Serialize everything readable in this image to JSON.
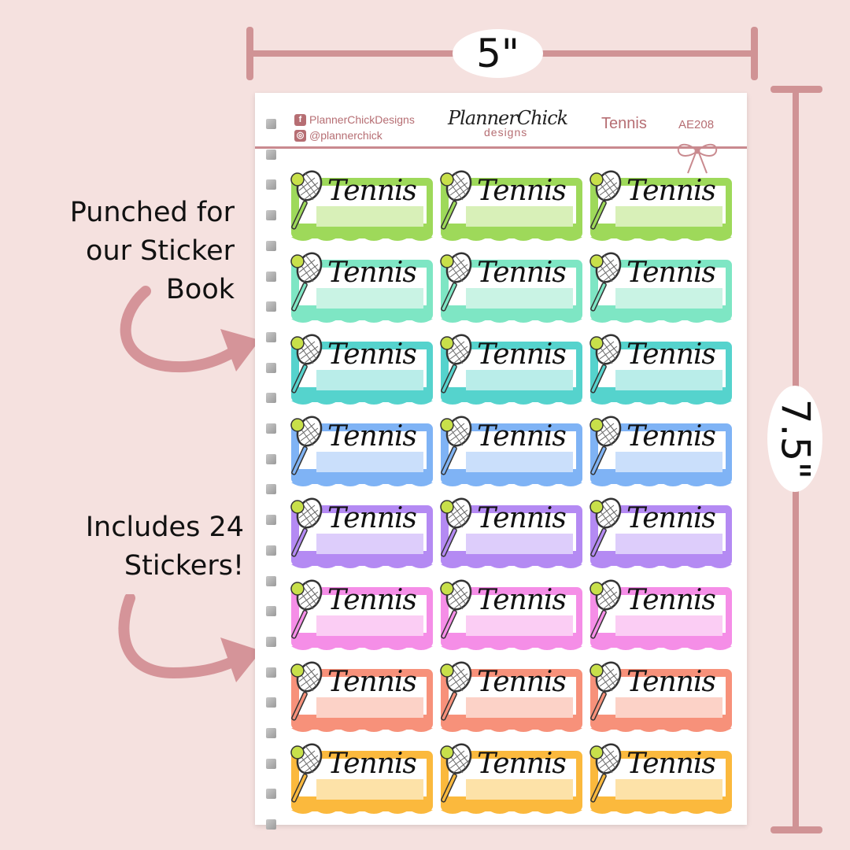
{
  "dimensions": {
    "width_label": "5\"",
    "height_label": "7.5\""
  },
  "callouts": {
    "punched": [
      "Punched for",
      "our Sticker",
      "Book"
    ],
    "includes": [
      "Includes 24",
      "Stickers!"
    ]
  },
  "sheet": {
    "facebook_handle": "PlannerChickDesigns",
    "instagram_handle": "@plannerchick",
    "brand_line1": "PlannerChick",
    "brand_line2": "designs",
    "title": "Tennis",
    "code": "AE208"
  },
  "sticker_word": "Tennis",
  "rows": [
    {
      "color": "#9ed95a",
      "light": "#d8f0b8"
    },
    {
      "color": "#7ee6c4",
      "light": "#c9f3e4"
    },
    {
      "color": "#55d3cd",
      "light": "#b9ede9"
    },
    {
      "color": "#7fb3f5",
      "light": "#cadffb"
    },
    {
      "color": "#b48af3",
      "light": "#ddcdfb"
    },
    {
      "color": "#f58ee7",
      "light": "#fbcdf4"
    },
    {
      "color": "#f7917a",
      "light": "#fcd2c7"
    },
    {
      "color": "#fbb93d",
      "light": "#fde2a8"
    }
  ],
  "colors": {
    "background": "#f5e1df",
    "accent": "#d09395",
    "brand": "#b66e73"
  },
  "icons": [
    "facebook-icon",
    "instagram-icon",
    "bow-icon",
    "tennis-racket-icon",
    "tennis-ball-icon"
  ]
}
